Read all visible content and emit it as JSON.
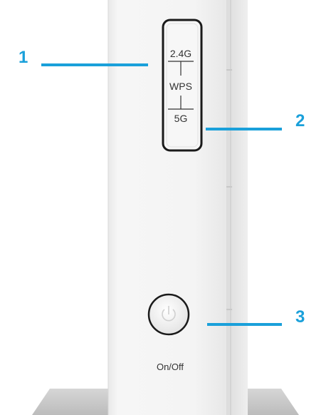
{
  "callouts": [
    {
      "number": "1"
    },
    {
      "number": "2"
    },
    {
      "number": "3"
    }
  ],
  "device": {
    "button_top_label": "2.4G",
    "button_middle_label": "WPS",
    "button_bottom_label": "5G",
    "power_label": "On/Off"
  },
  "colors": {
    "callout": "#1aa0da",
    "device_body": "#f2f2f2",
    "outline": "#1a1a1a"
  }
}
